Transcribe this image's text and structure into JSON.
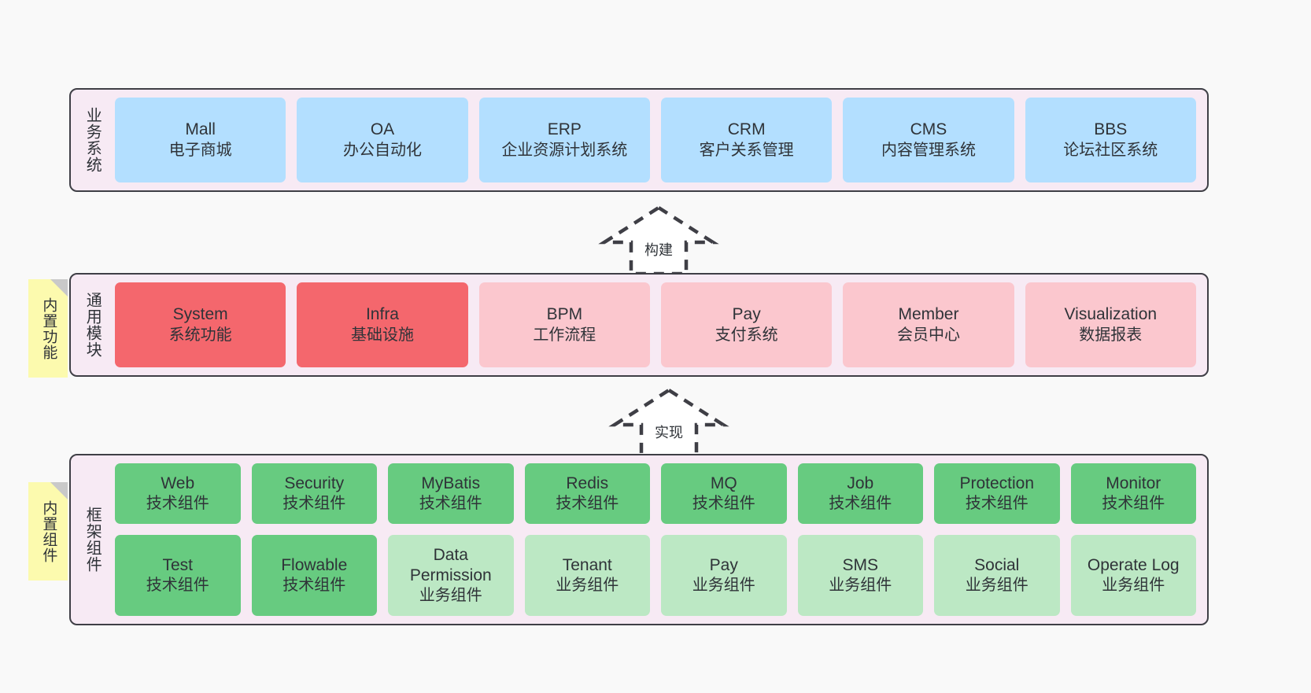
{
  "diagram": {
    "background_color": "#f9f9f9",
    "band_background": "#f7eaf4",
    "band_border": "#3f3f46"
  },
  "layers": [
    {
      "id": "business",
      "title": "业务系统",
      "rows": [
        [
          {
            "name": "Mall",
            "desc": "电子商城",
            "color": "#b3dfff",
            "style": "c-blue"
          },
          {
            "name": "OA",
            "desc": "办公自动化",
            "color": "#b3dfff",
            "style": "c-blue"
          },
          {
            "name": "ERP",
            "desc": "企业资源计划系统",
            "color": "#b3dfff",
            "style": "c-blue"
          },
          {
            "name": "CRM",
            "desc": "客户关系管理",
            "color": "#b3dfff",
            "style": "c-blue"
          },
          {
            "name": "CMS",
            "desc": "内容管理系统",
            "color": "#b3dfff",
            "style": "c-blue"
          },
          {
            "name": "BBS",
            "desc": "论坛社区系统",
            "color": "#b3dfff",
            "style": "c-blue"
          }
        ]
      ]
    },
    {
      "id": "common",
      "title": "通用模块",
      "sticky": "内置功能",
      "rows": [
        [
          {
            "name": "System",
            "desc": "系统功能",
            "color": "#f4676d",
            "style": "c-red"
          },
          {
            "name": "Infra",
            "desc": "基础设施",
            "color": "#f4676d",
            "style": "c-red"
          },
          {
            "name": "BPM",
            "desc": "工作流程",
            "color": "#fbc7ce",
            "style": "c-pink"
          },
          {
            "name": "Pay",
            "desc": "支付系统",
            "color": "#fbc7ce",
            "style": "c-pink"
          },
          {
            "name": "Member",
            "desc": "会员中心",
            "color": "#fbc7ce",
            "style": "c-pink"
          },
          {
            "name": "Visualization",
            "desc": "数据报表",
            "color": "#fbc7ce",
            "style": "c-pink"
          }
        ]
      ]
    },
    {
      "id": "framework",
      "title": "框架组件",
      "sticky": "内置组件",
      "rows": [
        [
          {
            "name": "Web",
            "desc": "技术组件",
            "color": "#67cb80",
            "style": "c-green"
          },
          {
            "name": "Security",
            "desc": "技术组件",
            "color": "#67cb80",
            "style": "c-green"
          },
          {
            "name": "MyBatis",
            "desc": "技术组件",
            "color": "#67cb80",
            "style": "c-green"
          },
          {
            "name": "Redis",
            "desc": "技术组件",
            "color": "#67cb80",
            "style": "c-green"
          },
          {
            "name": "MQ",
            "desc": "技术组件",
            "color": "#67cb80",
            "style": "c-green"
          },
          {
            "name": "Job",
            "desc": "技术组件",
            "color": "#67cb80",
            "style": "c-green"
          },
          {
            "name": "Protection",
            "desc": "技术组件",
            "color": "#67cb80",
            "style": "c-green"
          },
          {
            "name": "Monitor",
            "desc": "技术组件",
            "color": "#67cb80",
            "style": "c-green"
          }
        ],
        [
          {
            "name": "Test",
            "desc": "技术组件",
            "color": "#67cb80",
            "style": "c-green"
          },
          {
            "name": "Flowable",
            "desc": "技术组件",
            "color": "#67cb80",
            "style": "c-green"
          },
          {
            "name": "Data Permission",
            "desc": "业务组件",
            "color": "#bce8c4",
            "style": "c-green-light"
          },
          {
            "name": "Tenant",
            "desc": "业务组件",
            "color": "#bce8c4",
            "style": "c-green-light"
          },
          {
            "name": "Pay",
            "desc": "业务组件",
            "color": "#bce8c4",
            "style": "c-green-light"
          },
          {
            "name": "SMS",
            "desc": "业务组件",
            "color": "#bce8c4",
            "style": "c-green-light"
          },
          {
            "name": "Social",
            "desc": "业务组件",
            "color": "#bce8c4",
            "style": "c-green-light"
          },
          {
            "name": "Operate Log",
            "desc": "业务组件",
            "color": "#bce8c4",
            "style": "c-green-light"
          }
        ]
      ]
    }
  ],
  "arrows": [
    {
      "id": "build",
      "label": "构建",
      "direction": "up",
      "from": "common",
      "to": "business"
    },
    {
      "id": "implement",
      "label": "实现",
      "direction": "up",
      "from": "framework",
      "to": "common"
    }
  ]
}
